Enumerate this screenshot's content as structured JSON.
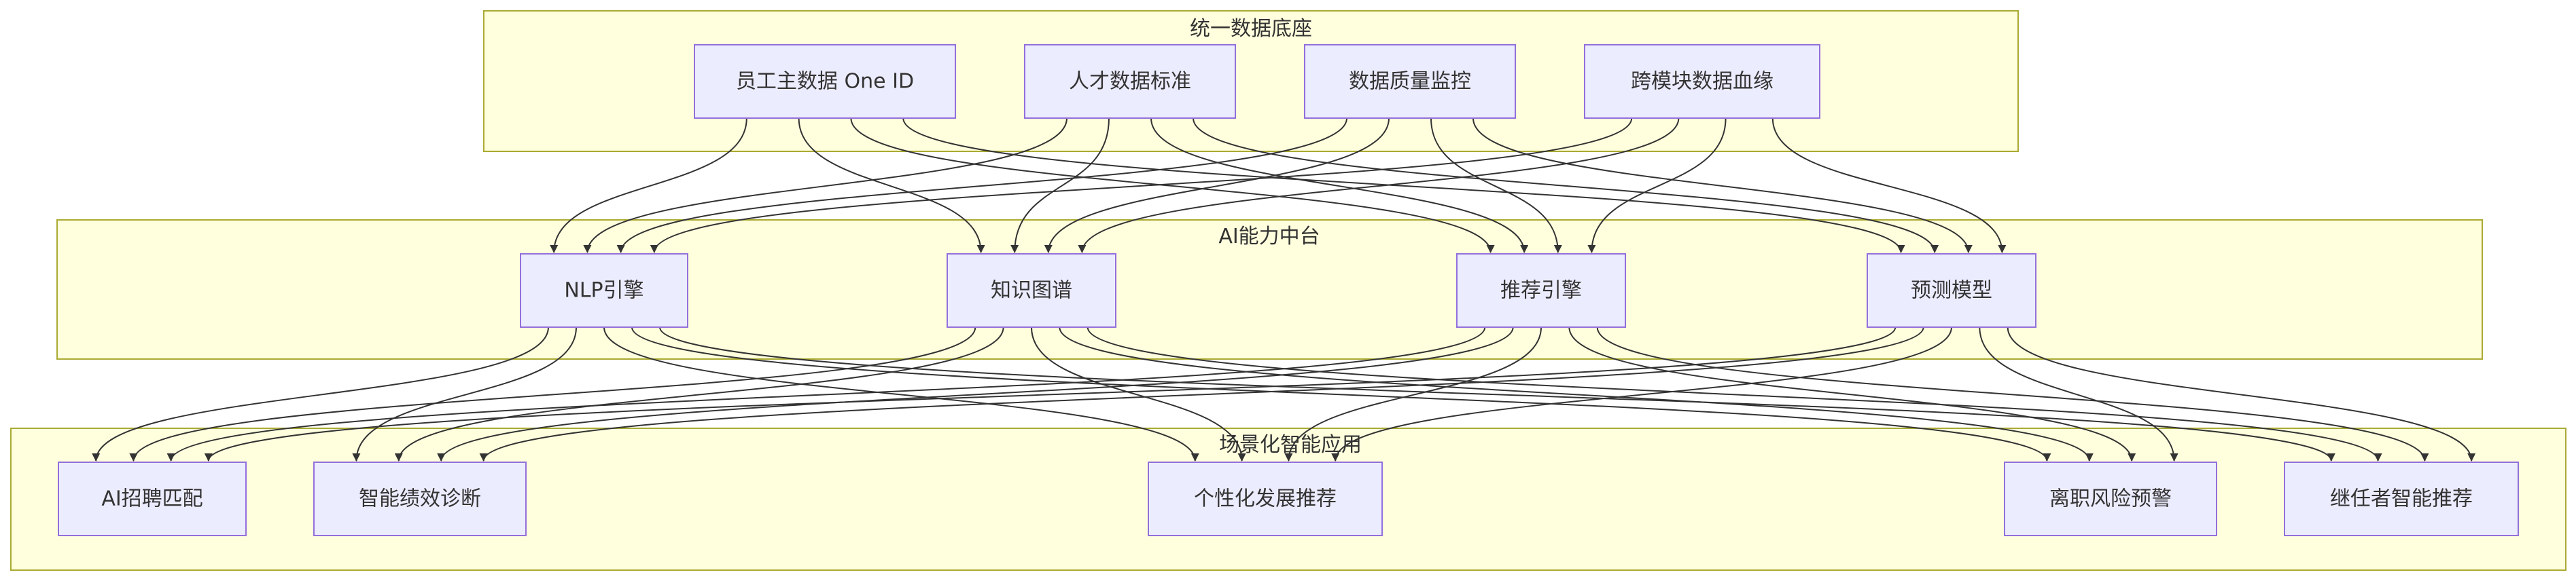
{
  "groups": {
    "data_foundation": "统一数据底座",
    "ai_platform": "AI能力中台",
    "applications": "场景化智能应用"
  },
  "nodes": {
    "employee_master": "员工主数据 One ID",
    "talent_standard": "人才数据标准",
    "quality_monitor": "数据质量监控",
    "lineage": "跨模块数据血缘",
    "nlp": "NLP引擎",
    "kg": "知识图谱",
    "rec": "推荐引擎",
    "pred": "预测模型",
    "recruit": "AI招聘匹配",
    "perf": "智能绩效诊断",
    "dev": "个性化发展推荐",
    "attrition": "离职风险预警",
    "succession": "继任者智能推荐"
  },
  "edges": [
    [
      "employee_master",
      "nlp"
    ],
    [
      "employee_master",
      "kg"
    ],
    [
      "employee_master",
      "rec"
    ],
    [
      "employee_master",
      "pred"
    ],
    [
      "talent_standard",
      "nlp"
    ],
    [
      "talent_standard",
      "kg"
    ],
    [
      "talent_standard",
      "rec"
    ],
    [
      "talent_standard",
      "pred"
    ],
    [
      "quality_monitor",
      "nlp"
    ],
    [
      "quality_monitor",
      "kg"
    ],
    [
      "quality_monitor",
      "rec"
    ],
    [
      "quality_monitor",
      "pred"
    ],
    [
      "lineage",
      "nlp"
    ],
    [
      "lineage",
      "kg"
    ],
    [
      "lineage",
      "rec"
    ],
    [
      "lineage",
      "pred"
    ],
    [
      "nlp",
      "recruit"
    ],
    [
      "nlp",
      "perf"
    ],
    [
      "nlp",
      "dev"
    ],
    [
      "nlp",
      "attrition"
    ],
    [
      "nlp",
      "succession"
    ],
    [
      "kg",
      "recruit"
    ],
    [
      "kg",
      "perf"
    ],
    [
      "kg",
      "dev"
    ],
    [
      "kg",
      "attrition"
    ],
    [
      "kg",
      "succession"
    ],
    [
      "rec",
      "recruit"
    ],
    [
      "rec",
      "perf"
    ],
    [
      "rec",
      "dev"
    ],
    [
      "rec",
      "attrition"
    ],
    [
      "rec",
      "succession"
    ],
    [
      "pred",
      "recruit"
    ],
    [
      "pred",
      "perf"
    ],
    [
      "pred",
      "dev"
    ],
    [
      "pred",
      "attrition"
    ],
    [
      "pred",
      "succession"
    ]
  ]
}
